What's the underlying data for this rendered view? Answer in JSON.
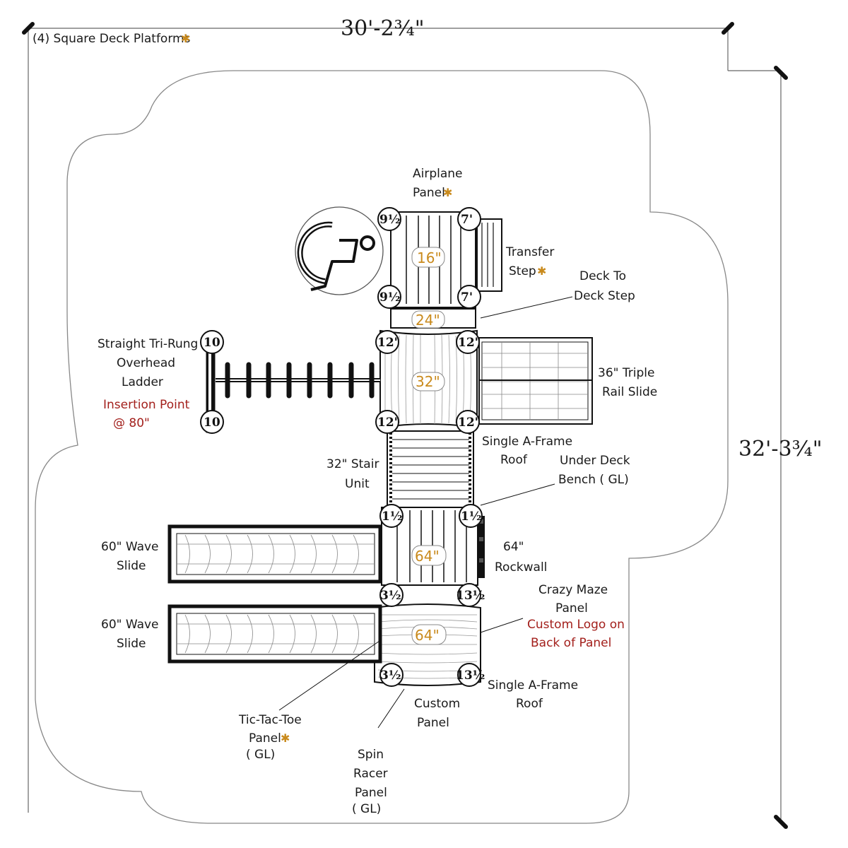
{
  "dimensions": {
    "width": "30'-2¾\"",
    "depth": "32'-3¾\""
  },
  "note": "(4) Square Deck Platforms",
  "colors": {
    "star": "#c98a1c",
    "red_text": "#a3201c",
    "line": "#1a1a1a"
  },
  "deck_heights": [
    "16\"",
    "24\"",
    "32\"",
    "64\"",
    "64\""
  ],
  "post_heights": {
    "top_left": "9½",
    "top_right": "7'",
    "upper_left": "12'",
    "upper_right": "12'",
    "lower_left": "1½",
    "lower_right": "1½",
    "mid_left": "3½",
    "mid_right": "13½",
    "ladder": "10"
  },
  "labels": {
    "airplane": [
      "Airplane",
      "Panel"
    ],
    "transfer": [
      "Transfer",
      "Step"
    ],
    "deck_step": [
      "Deck To",
      "Deck Step"
    ],
    "ladder": [
      "Straight Tri-Rung",
      "Overhead",
      "Ladder"
    ],
    "insertion": [
      "Insertion Point",
      "@      80\""
    ],
    "triple_slide": [
      "36\" Triple",
      "Rail Slide"
    ],
    "aframe1": [
      "Single A-Frame",
      "Roof"
    ],
    "bench": [
      "Under Deck",
      "Bench ( GL)"
    ],
    "stair": [
      "32\" Stair",
      "Unit"
    ],
    "wave1": [
      "60\" Wave",
      "Slide"
    ],
    "wave2": [
      "60\" Wave",
      "Slide"
    ],
    "rockwall": [
      "64\"",
      "Rockwall"
    ],
    "maze": [
      "Crazy Maze",
      "Panel"
    ],
    "custom_logo": [
      "Custom Logo on",
      "Back of Panel"
    ],
    "aframe2": [
      "Single A-Frame",
      "Roof"
    ],
    "custom_panel": [
      "Custom",
      "Panel"
    ],
    "tictac": [
      "Tic-Tac-Toe",
      "Panel",
      "( GL)"
    ],
    "spin": [
      "Spin",
      "Racer",
      "Panel",
      "( GL)"
    ]
  },
  "icons": {
    "accessibility": "wheelchair-icon",
    "marker": "star-marker-icon"
  }
}
